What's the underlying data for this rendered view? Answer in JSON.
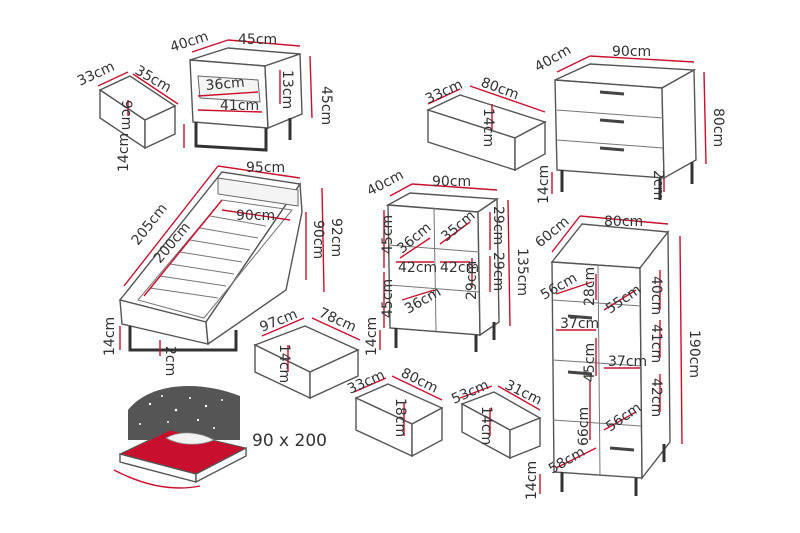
{
  "colors": {
    "dimension": "#c8102e",
    "outline": "#555555",
    "mattress": "#c8102e",
    "headboard": "#555555"
  },
  "nightstand": {
    "depth": "40cm",
    "width": "45cm",
    "height": "45cm",
    "inner_width": "36cm",
    "inner_width_lower": "41cm",
    "inner_height": "13cm",
    "leg_height": "14cm"
  },
  "nightstand_drawer": {
    "depth": "33cm",
    "width": "35cm",
    "height": "9cm"
  },
  "bed": {
    "length": "205cm",
    "width": "95cm",
    "inner_length": "200cm",
    "inner_width": "90cm",
    "head_height": "92cm",
    "inner_height": "90cm",
    "leg_height": "14cm",
    "clearance": "2cm"
  },
  "bed_drawer": {
    "width": "97cm",
    "depth": "78cm",
    "height": "14cm"
  },
  "dresser": {
    "depth": "40cm",
    "width": "90cm",
    "height": "80cm",
    "leg_height": "14cm",
    "clearance": "2cm"
  },
  "dresser_drawer": {
    "depth": "33cm",
    "width": "80cm",
    "height": "14cm"
  },
  "bookcase": {
    "depth": "40cm",
    "width": "90cm",
    "height": "135cm",
    "leg_height": "14cm",
    "shelf_a": "45cm",
    "shelf_b": "45cm",
    "compartment_1": "36cm",
    "compartment_2": "35cm",
    "compartment_3": "42cm",
    "compartment_4": "36cm",
    "compartment_5": "29cm",
    "compartment_6": "29cm",
    "compartment_7": "29cm",
    "compartment_8": "42cm"
  },
  "bookcase_drawer": {
    "depth": "33cm",
    "width": "80cm",
    "height": "18cm"
  },
  "small_drawer": {
    "depth": "53cm",
    "width": "31cm",
    "height": "14cm"
  },
  "wardrobe": {
    "depth": "60cm",
    "width": "80cm",
    "height": "190cm",
    "leg_height": "14cm",
    "left_1": "56cm",
    "left_2": "28cm",
    "left_3": "37cm",
    "left_4": "45cm",
    "left_5": "66cm",
    "left_6": "58cm",
    "right_1": "55cm",
    "right_2": "40cm",
    "right_3": "41cm",
    "right_4": "37cm",
    "right_5": "42cm",
    "right_6": "56cm"
  },
  "bed_scene": {
    "size_label": "90 x 200"
  }
}
